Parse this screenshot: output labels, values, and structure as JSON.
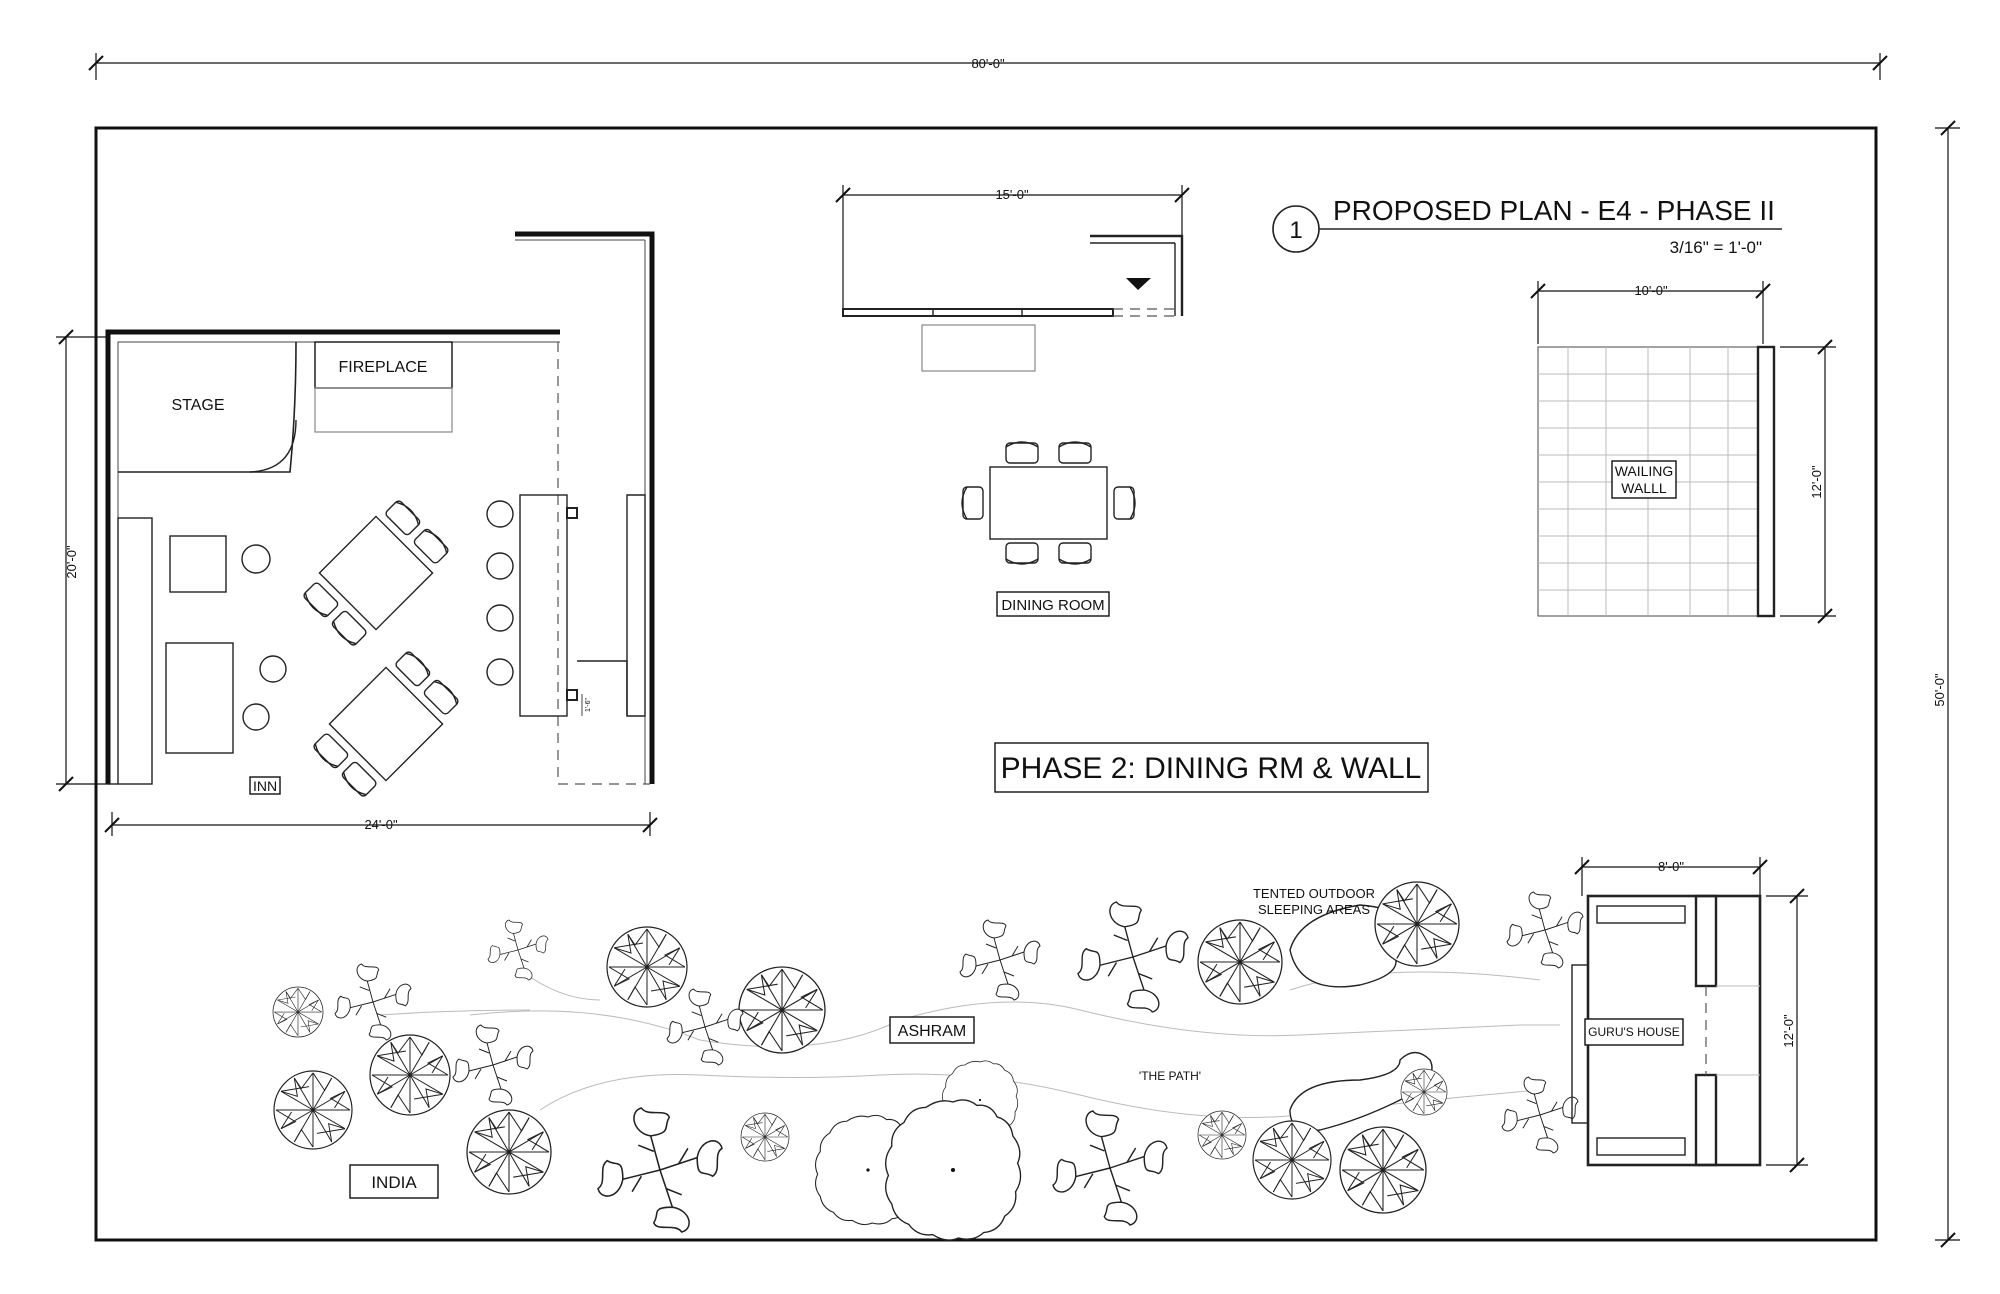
{
  "overall_dims": {
    "width": "80'-0\"",
    "height": "50'-0\""
  },
  "title_block": {
    "number": "1",
    "title": "PROPOSED PLAN - E4 - PHASE II",
    "scale": "3/16\" = 1'-0\""
  },
  "phase_label": "PHASE 2: DINING RM & WALL",
  "inn": {
    "dim_width": "24'-0\"",
    "dim_height": "20'-0\"",
    "stage": "STAGE",
    "fireplace": "FIREPLACE",
    "label": "INN",
    "small_dim": "1'-6\""
  },
  "dining": {
    "dim_width": "15'-0\"",
    "label": "DINING ROOM"
  },
  "wailing_wall": {
    "dim_width": "10'-0\"",
    "dim_height": "12'-0\"",
    "label_line1": "WAILING",
    "label_line2": "WALLL"
  },
  "guru_house": {
    "dim_width": "8'-0\"",
    "dim_height": "12'-0\"",
    "label": "GURU'S HOUSE"
  },
  "landscape": {
    "tents": "TENTED OUTDOOR",
    "tents_2": "SLEEPING AREAS",
    "ashram": "ASHRAM",
    "path": "'THE PATH'",
    "india": "INDIA"
  }
}
